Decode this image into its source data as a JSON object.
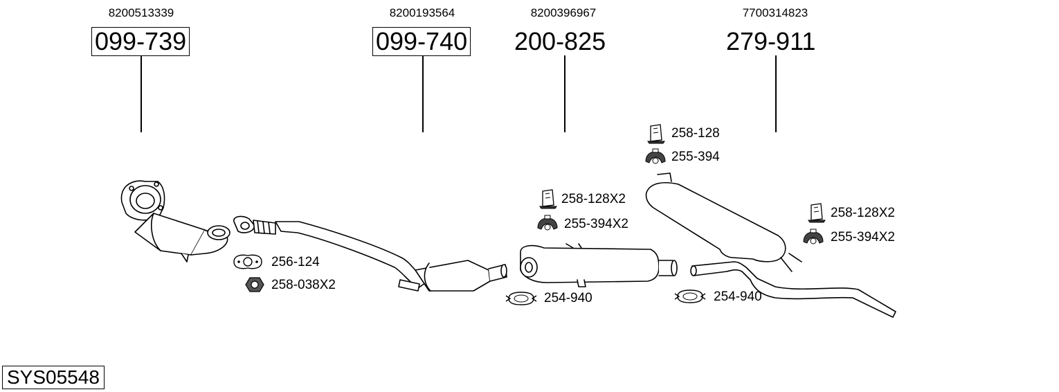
{
  "parts": [
    {
      "oe": "8200513339",
      "part": "099-739",
      "boxed": true
    },
    {
      "oe": "8200193564",
      "part": "099-740",
      "boxed": true
    },
    {
      "oe": "8200396967",
      "part": "200-825",
      "boxed": false
    },
    {
      "oe": "7700314823",
      "part": "279-911",
      "boxed": false
    }
  ],
  "accessories": [
    {
      "label": "256-124",
      "icon": "gasket-icon"
    },
    {
      "label": "258-038X2",
      "icon": "nut-icon"
    },
    {
      "label": "258-128X2",
      "icon": "rubber-mount-icon"
    },
    {
      "label": "255-394X2",
      "icon": "rubber-ring-icon"
    },
    {
      "label": "254-940",
      "icon": "clamp-icon"
    },
    {
      "label": "258-128",
      "icon": "rubber-mount-icon"
    },
    {
      "label": "255-394",
      "icon": "rubber-ring-icon"
    },
    {
      "label": "254-940",
      "icon": "clamp-icon"
    },
    {
      "label": "258-128X2",
      "icon": "rubber-mount-icon"
    },
    {
      "label": "255-394X2",
      "icon": "rubber-ring-icon"
    }
  ],
  "system_code": "SYS05548"
}
